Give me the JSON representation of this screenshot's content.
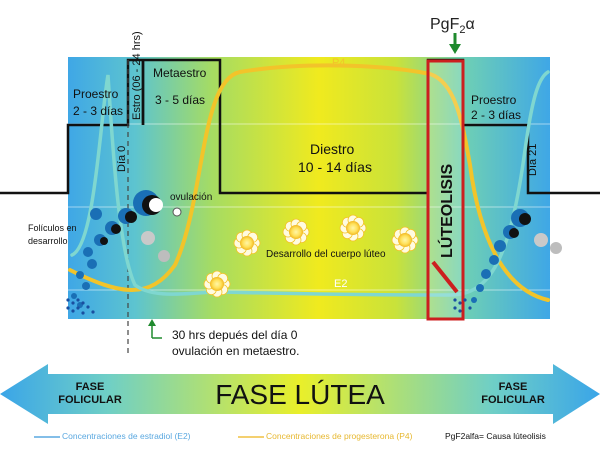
{
  "hormone": {
    "name": "PgF",
    "sub": "2",
    "greek": "α"
  },
  "phases": {
    "proestro_left": {
      "name": "Proestro",
      "days": "2 - 3 días"
    },
    "estro": {
      "name": "Estro (06 - 24 hrs)"
    },
    "metaestro": {
      "name": "Metaestro",
      "days": "3 - 5 días"
    },
    "diestro": {
      "name": "Diestro",
      "days": "10 - 14 días"
    },
    "luteolisis": {
      "name": "LÚTEOLISIS"
    },
    "proestro_right": {
      "name": "Proestro",
      "days": "2 - 3 días"
    }
  },
  "labels": {
    "p4": "P4",
    "e2": "E2",
    "dia0": "Día 0",
    "dia21": "Día 21",
    "ovulacion": "ovulación",
    "foliculos_line1": "Folículos en",
    "foliculos_line2": "desarrollo",
    "cuerpo_luteo": "Desarrollo del cuerpo lúteo",
    "note_line1": "30 hrs depués del día 0",
    "note_line2": "ovulación en metaestro."
  },
  "bottom_bar": {
    "left": [
      "FASE",
      "FOLICULAR"
    ],
    "center": "FASE LÚTEA",
    "right": [
      "FASE",
      "FOLICULAR"
    ]
  },
  "legend": {
    "e2": "Concentraciones de estradiol (E2)",
    "p4": "Concentraciones de progesterona (P4)",
    "pgf": "PgF2alfa= Causa lúteolisis"
  },
  "colors": {
    "estradiol": "#7fd7d0",
    "progesterone": "#f2c42a",
    "luteolysis_box": "#cc1f1f",
    "pgf_arrow": "#1f8a2e",
    "follicle": "#1a6fb5",
    "legend_e2": "#5aa8e0",
    "legend_p4": "#f0c040"
  }
}
